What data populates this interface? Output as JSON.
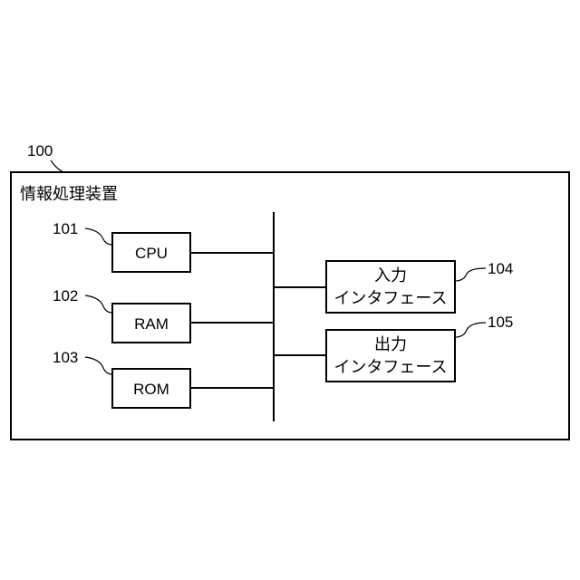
{
  "device": {
    "ref": "100",
    "title": "情報処理装置"
  },
  "components": {
    "cpu": {
      "ref": "101",
      "label": "CPU"
    },
    "ram": {
      "ref": "102",
      "label": "RAM"
    },
    "rom": {
      "ref": "103",
      "label": "ROM"
    },
    "input_interface": {
      "ref": "104",
      "line1": "入力",
      "line2": "インタフェース"
    },
    "output_interface": {
      "ref": "105",
      "line1": "出力",
      "line2": "インタフェース"
    }
  }
}
